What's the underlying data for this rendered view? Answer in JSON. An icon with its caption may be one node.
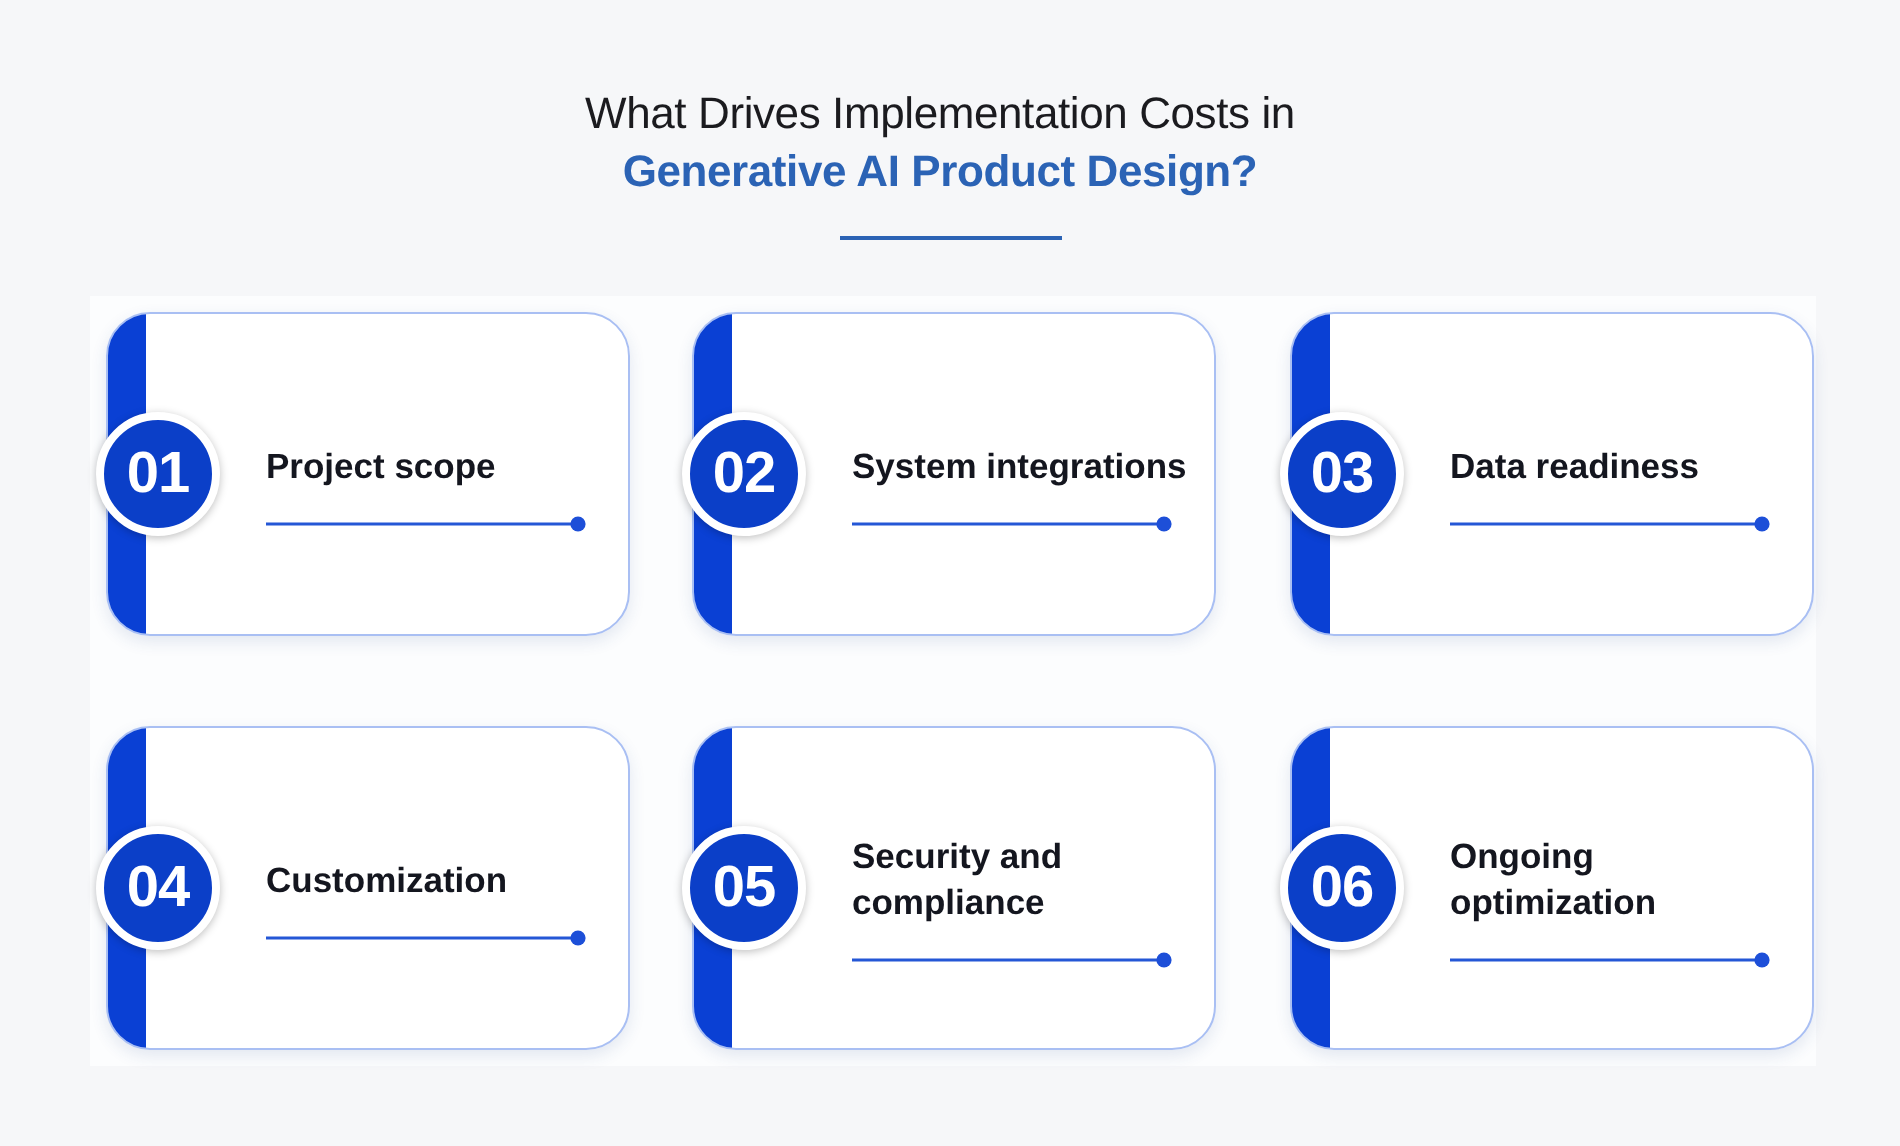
{
  "diagram": {
    "title": "What Drives Implementation Costs in **Generative AI Product Design?**",
    "nodes": [
      {
        "text": [
          "01",
          "Project scope"
        ]
      },
      {
        "text": [
          "02",
          "System integrations"
        ]
      },
      {
        "text": [
          "03",
          "Data readiness"
        ]
      },
      {
        "text": [
          "04",
          "Customization"
        ]
      },
      {
        "text": [
          "05",
          "Security and compliance"
        ]
      },
      {
        "text": [
          "06",
          "Ongoing optimization"
        ]
      }
    ]
  }
}
